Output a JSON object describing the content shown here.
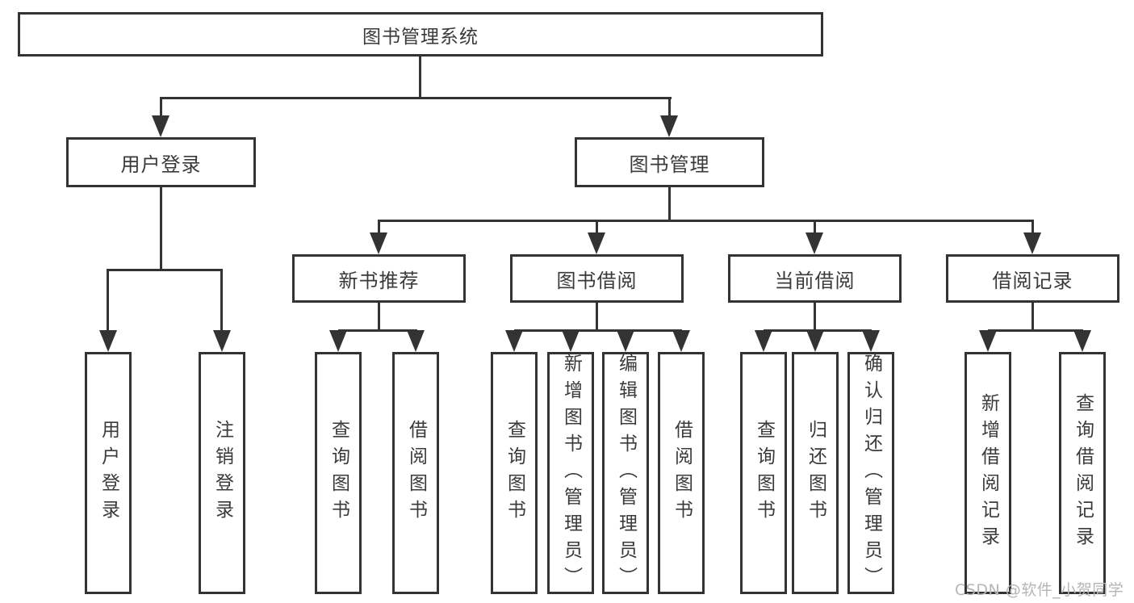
{
  "nodes": {
    "root": "图书管理系统",
    "level2": [
      "用户登录",
      "图书管理"
    ],
    "level3": [
      "新书推荐",
      "图书借阅",
      "当前借阅",
      "借阅记录"
    ],
    "leaves_user_login": [
      "用户登录",
      "注销登录"
    ],
    "leaves_new_book": [
      "查询图书",
      "借阅图书"
    ],
    "leaves_book_borrow": [
      "查询图书",
      "新增图书（管理员）",
      "编辑图书（管理员）",
      "借阅图书"
    ],
    "leaves_current_borrow": [
      "查询图书",
      "归还图书",
      "确认归还（管理员）"
    ],
    "leaves_borrow_record": [
      "新增借阅记录",
      "查询借阅记录"
    ]
  },
  "watermark": "CSDN @软件_小贺同学",
  "colors": {
    "line": "#333333",
    "text": "#3a3a3a",
    "watermark": "#b5b5b5",
    "background": "#ffffff"
  }
}
